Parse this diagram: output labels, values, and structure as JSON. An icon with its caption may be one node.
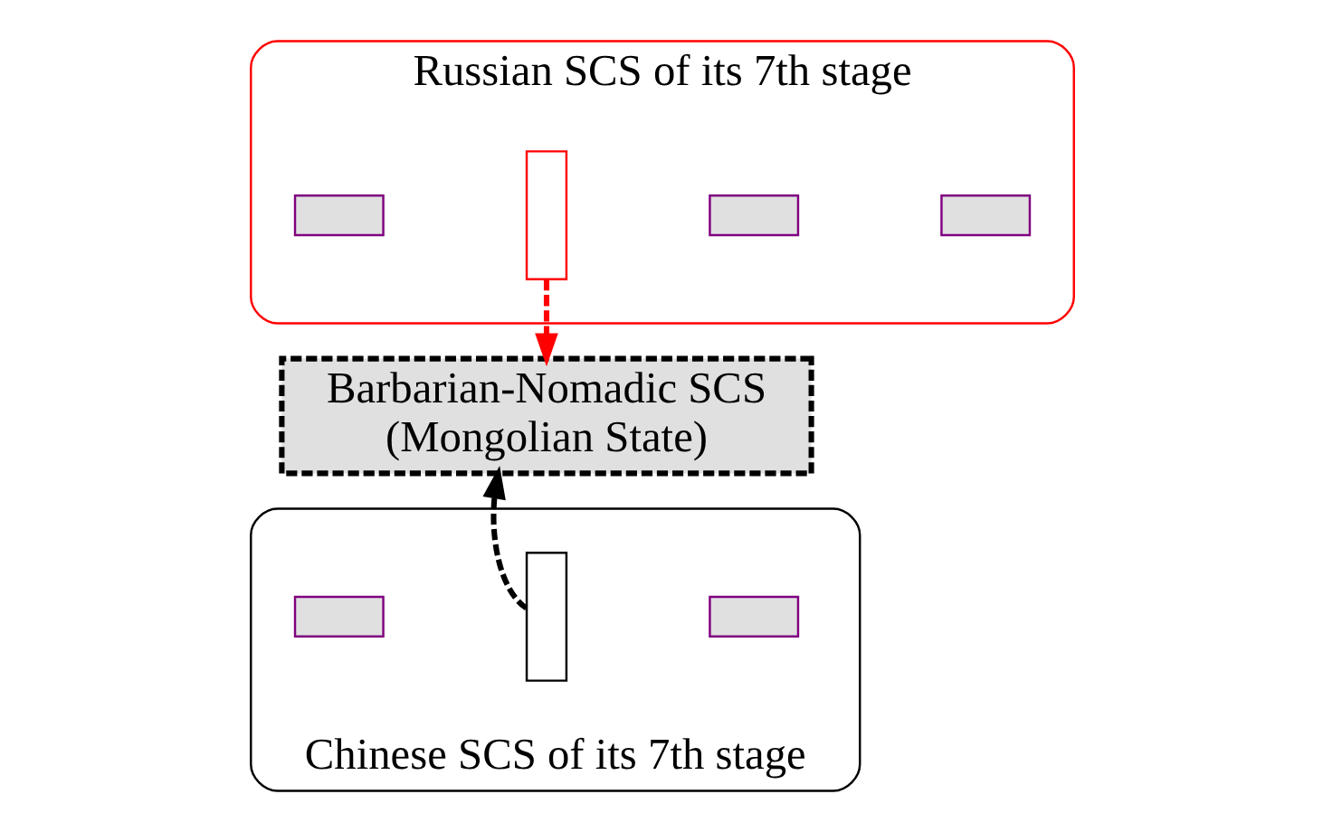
{
  "diagram": {
    "nodes": [
      {
        "text": [
          "Russian SCS of its 7th stage"
        ]
      },
      {
        "text": [],
        "shape": "box",
        "in": 0
      },
      {
        "text": [],
        "shape": "box",
        "in": 0
      },
      {
        "text": [],
        "shape": "bar",
        "in": 0
      },
      {
        "text": [],
        "shape": "box",
        "in": 0
      },
      {
        "text": [
          "Barbarian-Nomadic SCS",
          "(Mongolian State)"
        ]
      },
      {
        "text": [
          "Chinese SCS of its 7th stage"
        ]
      },
      {
        "text": [],
        "shape": "box",
        "in": 6
      },
      {
        "text": [],
        "shape": "bar",
        "in": 6
      },
      {
        "text": [],
        "shape": "box",
        "in": 6
      }
    ],
    "edges": [
      {
        "from": 3,
        "to": 5,
        "arrow": "to",
        "style": "dashed",
        "color": "#ff0000"
      },
      {
        "from": 8,
        "to": 5,
        "arrow": "to",
        "style": "dashed",
        "color": "#000000"
      }
    ]
  }
}
